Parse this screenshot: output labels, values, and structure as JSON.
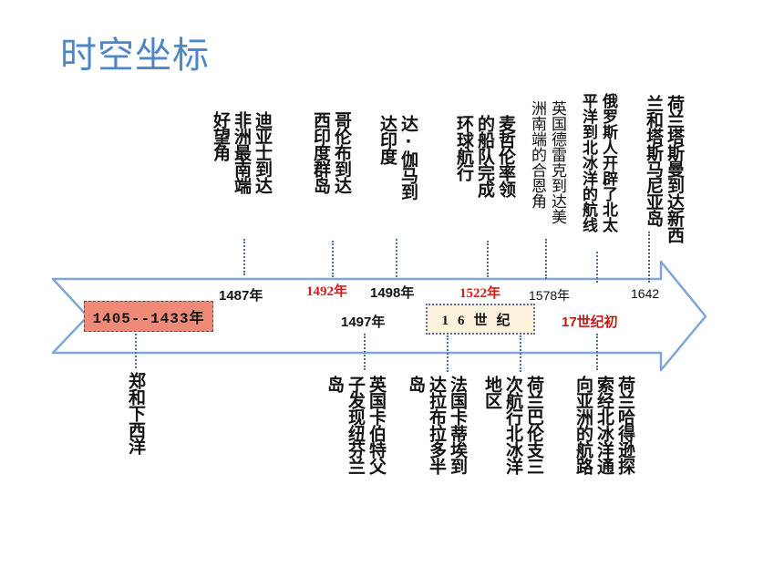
{
  "title": "时空坐标",
  "era_box": "1405--1433年",
  "century_box": "16世纪",
  "above_events": [
    {
      "year": "1487年",
      "text": "迪亚士到达\n非洲最南端\n好望角"
    },
    {
      "year": "1492年",
      "text": "哥伦布到达\n西印度群岛"
    },
    {
      "year": "1498年",
      "text": "达·伽马到\n达印度"
    },
    {
      "year": "1522年",
      "text": "麦哲伦率领\n的船队完成\n环球航行"
    },
    {
      "year": "1578年",
      "text": "英国德雷克到达美\n洲南端的合恩角"
    },
    {
      "year": "",
      "text": "俄罗斯人开辟了北太\n平洋到北冰洋的航线"
    },
    {
      "year": "1642",
      "text": "荷兰塔斯曼到达新西\n兰和塔斯马尼亚岛"
    }
  ],
  "below_events": [
    {
      "year": "",
      "text": "郑和下西洋"
    },
    {
      "year": "1497年",
      "text": "英国卡伯特父\n子发现纽芬兰\n岛"
    },
    {
      "year": "",
      "text": "法国卡蒂埃到\n达拉布拉多半\n岛"
    },
    {
      "year": "",
      "text": "荷兰巴伦支三\n次航行北冰洋\n地区"
    },
    {
      "year": "17世纪初",
      "text": "荷兰哈得逊探\n索经北冰洋通\n向亚洲的航路"
    }
  ],
  "colors": {
    "title": "#4e86c6",
    "arrow_stroke": "#7fa6d6",
    "era_fill": "#f08a78",
    "century_fill": "#fdf2dc",
    "red_year": "#e01818",
    "dark_red_year": "#c01818"
  }
}
